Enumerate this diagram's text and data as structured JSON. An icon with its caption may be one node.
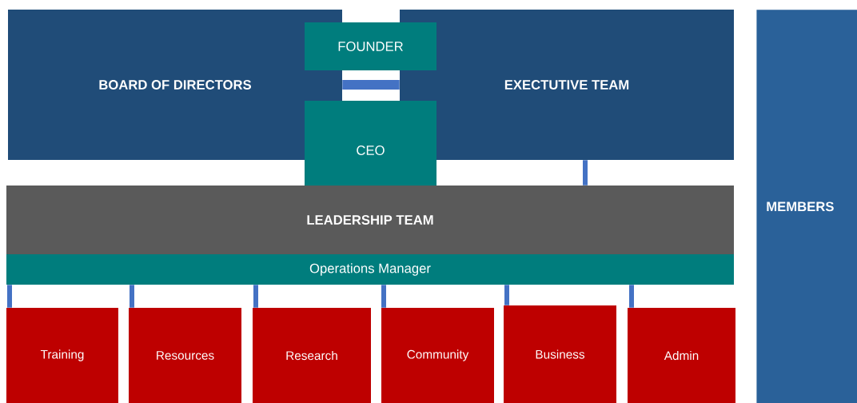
{
  "diagram": {
    "nodes": [
      {
        "text": [
          "BOARD OF DIRECTORS"
        ]
      },
      {
        "text": [
          "FOUNDER"
        ]
      },
      {
        "text": [
          "EXECTUTIVE TEAM"
        ]
      },
      {
        "text": [
          "CEO"
        ]
      },
      {
        "text": [
          "MEMBERS"
        ]
      },
      {
        "text": [
          "LEADERSHIP TEAM"
        ]
      },
      {
        "text": [
          "Operations Manager"
        ]
      },
      {
        "text": [
          "Training"
        ]
      },
      {
        "text": [
          "Resources"
        ]
      },
      {
        "text": [
          "Research"
        ]
      },
      {
        "text": [
          "Community"
        ]
      },
      {
        "text": [
          "Business"
        ]
      },
      {
        "text": [
          "Admin"
        ]
      }
    ],
    "edges": [
      {
        "from": 0,
        "to": 2,
        "arrow": "none",
        "style": "thick"
      },
      {
        "from": 2,
        "to": 5,
        "arrow": "none"
      },
      {
        "from": 6,
        "to": 7,
        "arrow": "none"
      },
      {
        "from": 6,
        "to": 8,
        "arrow": "none"
      },
      {
        "from": 6,
        "to": 9,
        "arrow": "none"
      },
      {
        "from": 6,
        "to": 10,
        "arrow": "none"
      },
      {
        "from": 6,
        "to": 11,
        "arrow": "none"
      },
      {
        "from": 6,
        "to": 12,
        "arrow": "none"
      }
    ]
  }
}
